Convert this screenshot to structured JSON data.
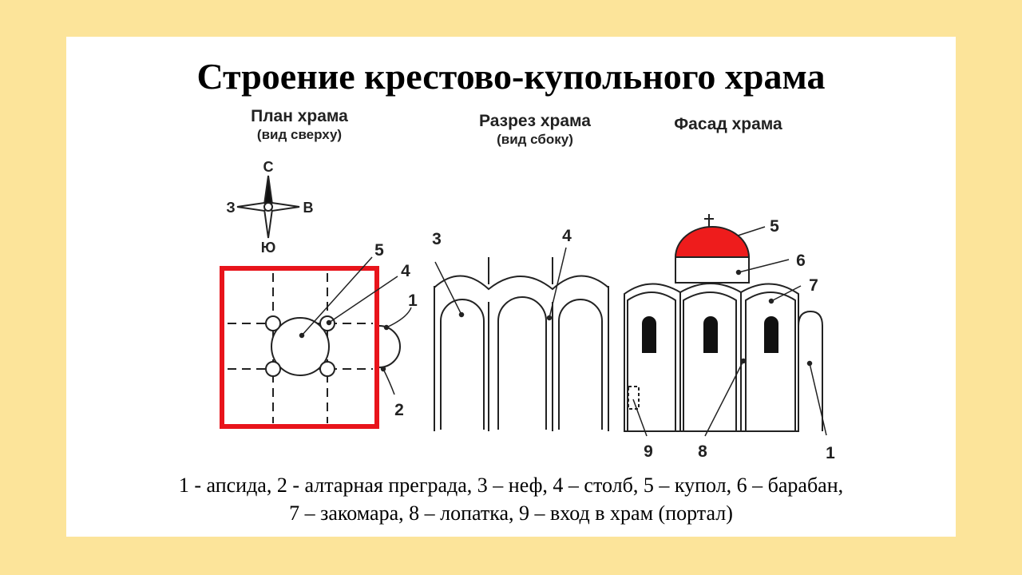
{
  "title": "Строение крестово-купольного храма",
  "sections": {
    "plan": {
      "title": "План храма",
      "subtitle": "(вид сверху)"
    },
    "section": {
      "title": "Разрез храма",
      "subtitle": "(вид сбоку)"
    },
    "facade": {
      "title": "Фасад храма"
    }
  },
  "compass": {
    "north": "С",
    "south": "Ю",
    "west": "З",
    "east": "В"
  },
  "callouts": {
    "plan": [
      "1",
      "2",
      "4",
      "5"
    ],
    "section": [
      "3",
      "4"
    ],
    "facade": [
      "1",
      "5",
      "6",
      "7",
      "8",
      "9"
    ]
  },
  "legend": {
    "line1": "1 - апсида, 2 - алтарная преграда, 3 – неф, 4 – столб, 5 – купол, 6 – барабан,",
    "line2": "7 – закомара, 8 – лопатка, 9 – вход в храм (портал)"
  },
  "colors": {
    "background": "#fce49a",
    "panel": "#ffffff",
    "highlight": "#e8141b",
    "dome": "#ee1c1c",
    "line": "#222222"
  }
}
